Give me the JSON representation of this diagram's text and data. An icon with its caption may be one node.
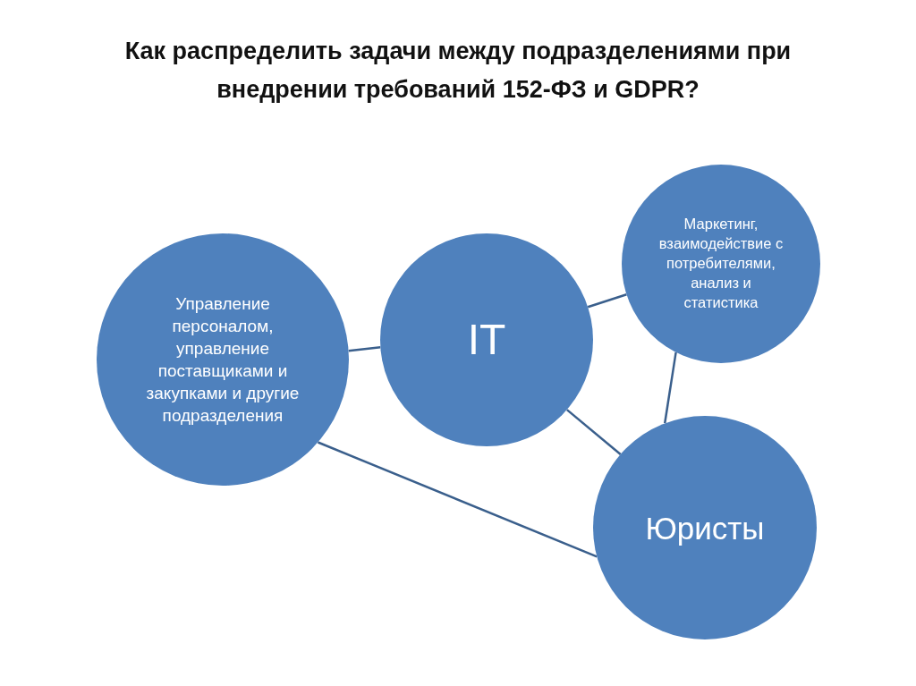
{
  "diagram": {
    "title": "Как распределить задачи между подразделениями при внедрении требований 152-ФЗ и GDPR?",
    "nodes": [
      {
        "text": [
          "Управление персоналом, управление поставщиками и закупками и другие подразделения"
        ]
      },
      {
        "text": [
          "IT"
        ]
      },
      {
        "text": [
          "Маркетинг, взаимодействие с потребителями, анализ и статистика"
        ]
      },
      {
        "text": [
          "Юристы"
        ]
      }
    ],
    "edges": [
      {
        "from": 0,
        "to": 1,
        "arrow": "none"
      },
      {
        "from": 1,
        "to": 2,
        "arrow": "none"
      },
      {
        "from": 1,
        "to": 3,
        "arrow": "none"
      },
      {
        "from": 2,
        "to": 3,
        "arrow": "none"
      },
      {
        "from": 0,
        "to": 3,
        "arrow": "none"
      }
    ]
  }
}
